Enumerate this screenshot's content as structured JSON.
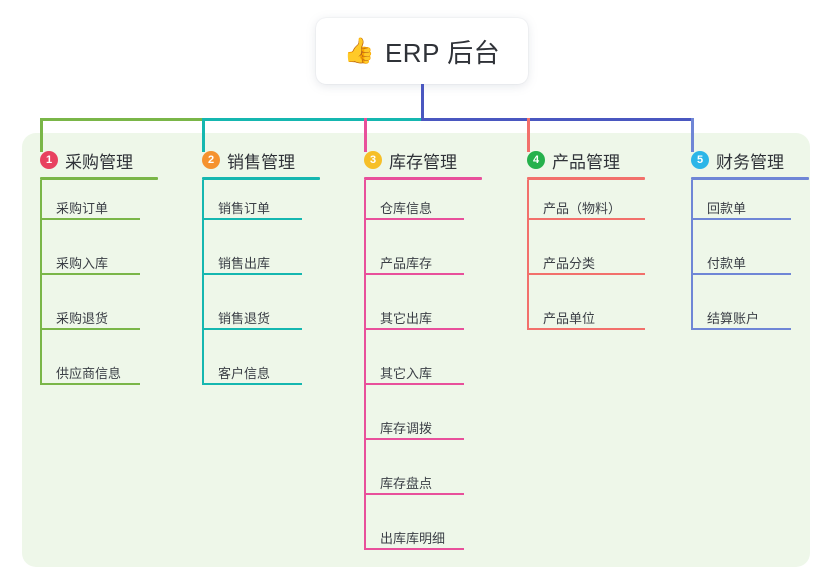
{
  "root": {
    "icon": "thumbs-up-icon",
    "emoji": "👍",
    "title": "ERP 后台"
  },
  "colors": {
    "panel_bg": "#eef7e9",
    "page_bg": "#ffffff",
    "root_stem": "#4a57c0",
    "col1": "#7ab648",
    "col2": "#15b7b0",
    "col3": "#e8509b",
    "col4": "#f2706b",
    "col5": "#6f86d6",
    "badge1": "#e8415f",
    "badge2": "#f5922f",
    "badge3": "#f6bf28",
    "badge4": "#25b14c",
    "badge5": "#2cb6e8"
  },
  "columns": [
    {
      "number": "1",
      "title": "采购管理",
      "badge_color": "#e8415f",
      "line_color": "#7ab648",
      "items": [
        "采购订单",
        "采购入库",
        "采购退货",
        "供应商信息"
      ]
    },
    {
      "number": "2",
      "title": "销售管理",
      "badge_color": "#f5922f",
      "line_color": "#15b7b0",
      "items": [
        "销售订单",
        "销售出库",
        "销售退货",
        "客户信息"
      ]
    },
    {
      "number": "3",
      "title": "库存管理",
      "badge_color": "#f6bf28",
      "line_color": "#e8509b",
      "items": [
        "仓库信息",
        "产品库存",
        "其它出库",
        "其它入库",
        "库存调拨",
        "库存盘点",
        "出库库明细"
      ]
    },
    {
      "number": "4",
      "title": "产品管理",
      "badge_color": "#25b14c",
      "line_color": "#f2706b",
      "items": [
        "产品（物料）",
        "产品分类",
        "产品单位"
      ]
    },
    {
      "number": "5",
      "title": "财务管理",
      "badge_color": "#2cb6e8",
      "line_color": "#6f86d6",
      "items": [
        "回款单",
        "付款单",
        "结算账户"
      ]
    }
  ]
}
